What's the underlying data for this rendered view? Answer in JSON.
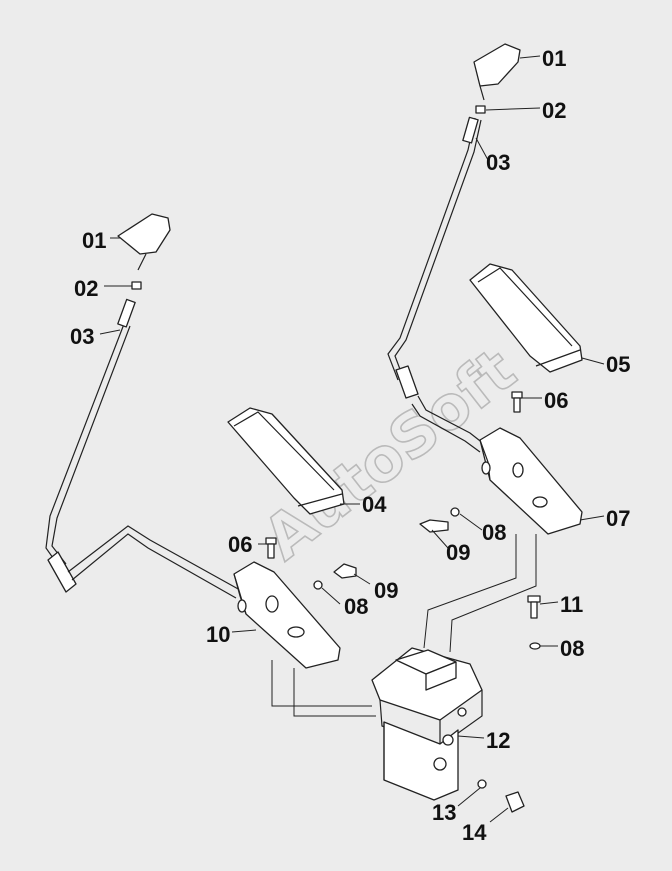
{
  "watermark": "AutoSoft",
  "callouts": {
    "r01": "01",
    "r02": "02",
    "r03": "03",
    "r05": "05",
    "r06": "06",
    "r07": "07",
    "r08": "08",
    "r09": "09",
    "l01": "01",
    "l02": "02",
    "l03": "03",
    "l04": "04",
    "l06": "06",
    "l08": "08",
    "l09": "09",
    "l10": "10",
    "c11": "11",
    "c08": "08",
    "c12": "12",
    "c13": "13",
    "c14": "14"
  },
  "colors": {
    "background": "#ececec",
    "line": "#222222",
    "watermark": "#b5b5b5"
  }
}
